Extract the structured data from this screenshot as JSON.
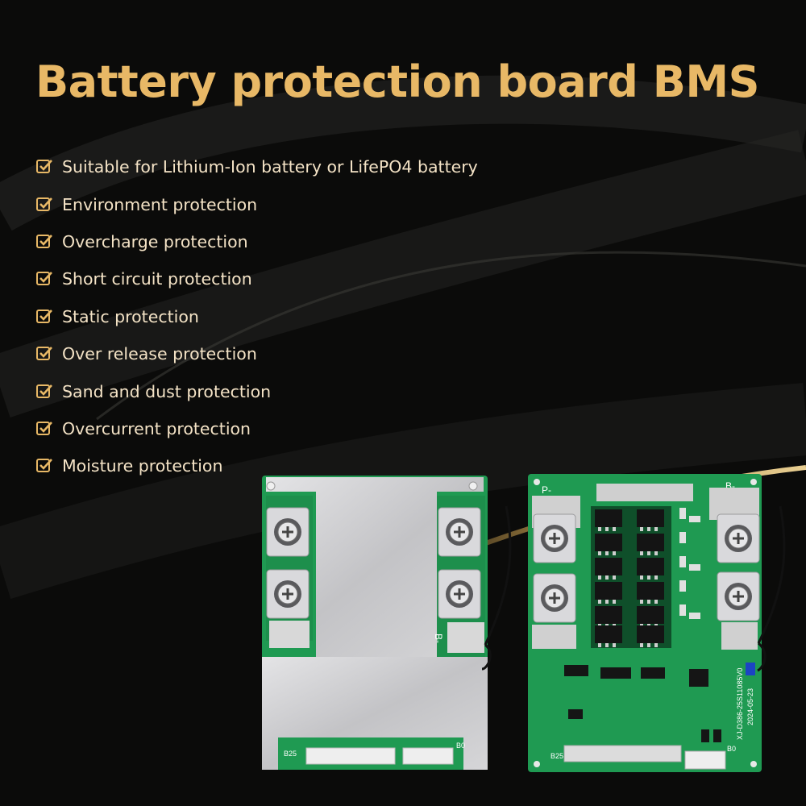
{
  "title": "Battery protection board BMS",
  "features": [
    {
      "label": "Suitable for Lithium-Ion battery or LifePO4 battery"
    },
    {
      "label": "Environment protection"
    },
    {
      "label": "Overcharge protection"
    },
    {
      "label": "Short circuit protection"
    },
    {
      "label": "Static protection"
    },
    {
      "label": "Over release protection"
    },
    {
      "label": "Sand and dust protection"
    },
    {
      "label": "Overcurrent protection"
    },
    {
      "label": "Moisture protection"
    }
  ],
  "icons": {
    "feature_marker": "checkbox-check-icon"
  },
  "colors": {
    "accent": "#e8b866",
    "text": "#f4e3c6",
    "pcb": "#1f9a52",
    "plate": "#c9c9cb"
  },
  "board_left": {
    "b_minus": "B-",
    "b25": "B25",
    "b0": "B0"
  },
  "board_right": {
    "p_minus": "P-",
    "b_minus": "B-",
    "b25": "B25",
    "b0": "B0",
    "model": "XJ-D386-25S11085V0",
    "date": "2024-05-23"
  }
}
